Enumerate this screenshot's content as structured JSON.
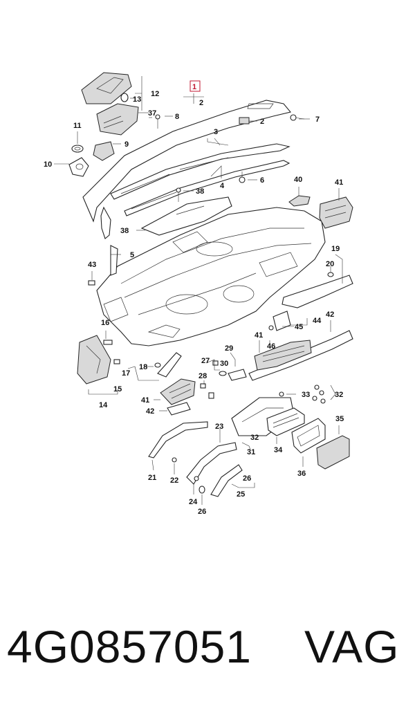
{
  "diagram": {
    "highlighted_callout": "1",
    "callouts": [
      "1",
      "2",
      "2",
      "3",
      "4",
      "5",
      "6",
      "7",
      "8",
      "9",
      "10",
      "11",
      "12",
      "13",
      "14",
      "15",
      "16",
      "17",
      "18",
      "19",
      "20",
      "21",
      "22",
      "23",
      "24",
      "25",
      "26",
      "26",
      "27",
      "28",
      "29",
      "30",
      "31",
      "32",
      "32",
      "33",
      "34",
      "35",
      "36",
      "37",
      "38",
      "38",
      "40",
      "41",
      "41",
      "41",
      "42",
      "42",
      "43",
      "44",
      "45",
      "46"
    ]
  },
  "footer": {
    "part_number": "4G0857051",
    "brand": "VAG"
  },
  "colors": {
    "highlight": "#c0152f",
    "line": "#222222",
    "background": "#ffffff"
  }
}
